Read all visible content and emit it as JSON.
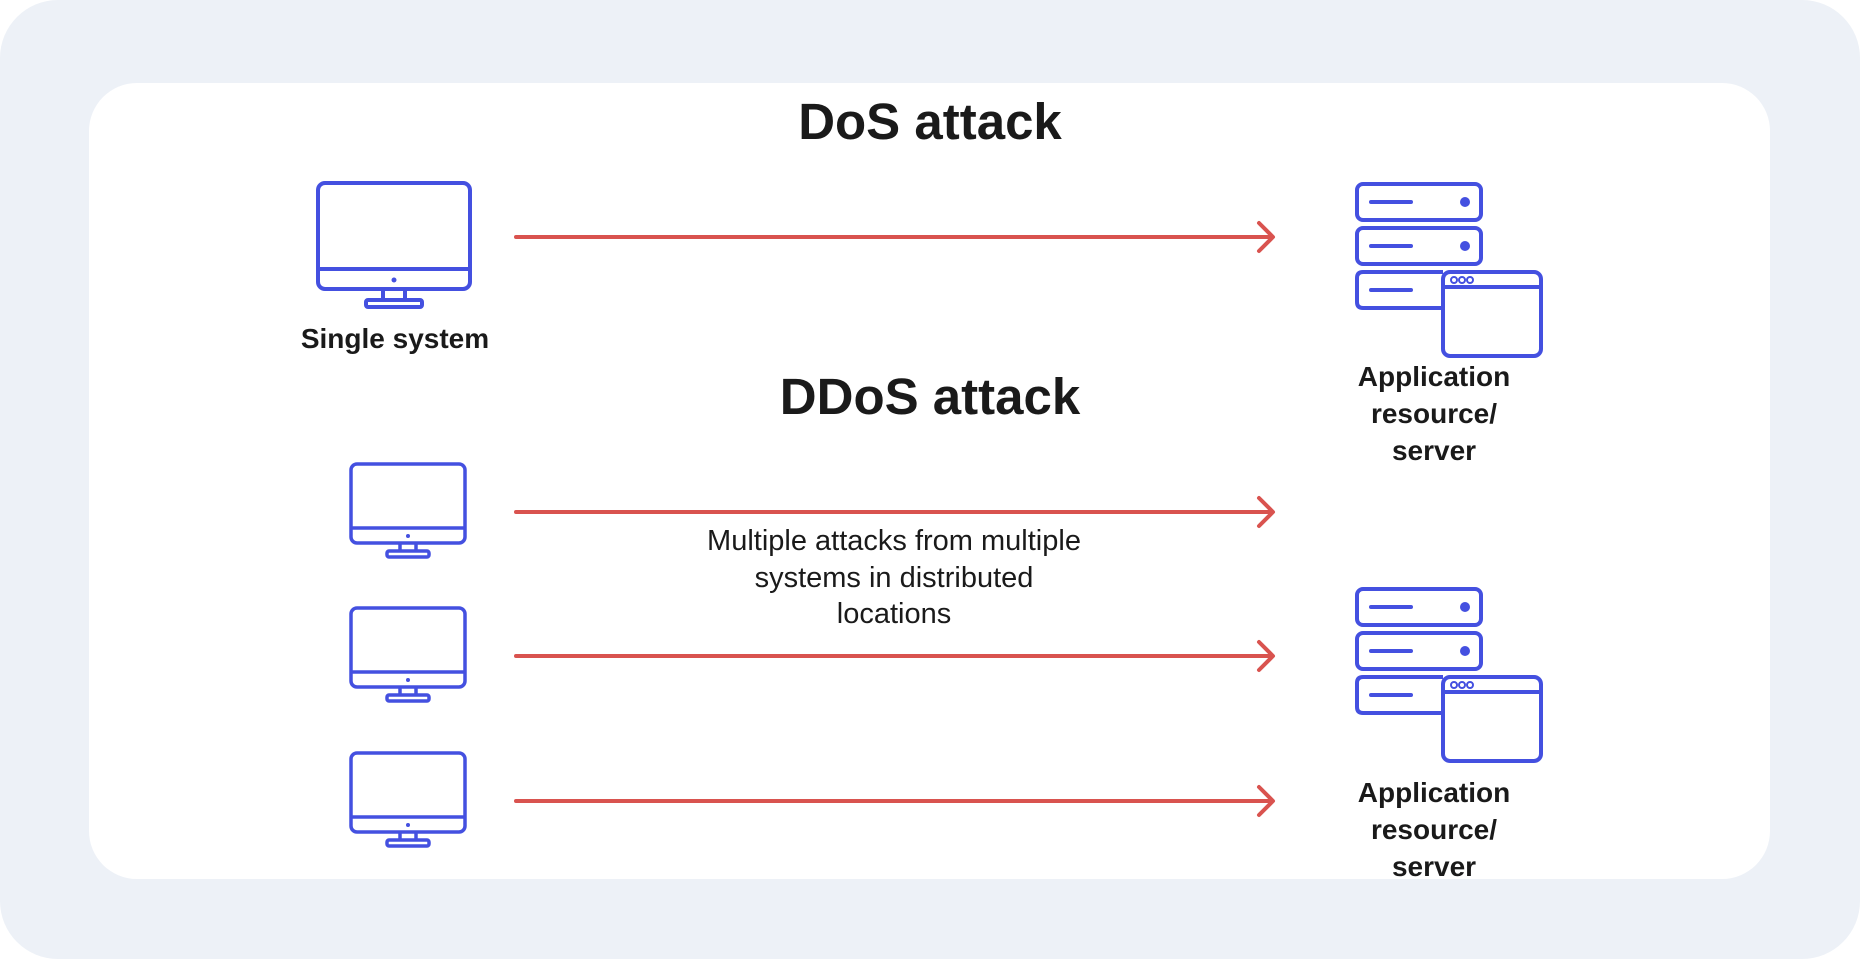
{
  "dos": {
    "title": "DoS attack",
    "source_label": "Single system",
    "target_label": [
      "Application",
      "resource/",
      "server"
    ]
  },
  "ddos": {
    "title": "DDoS attack",
    "note": [
      "Multiple attacks from multiple",
      "systems in distributed",
      "locations"
    ],
    "target_label": [
      "Application",
      "resource/",
      "server"
    ]
  },
  "colors": {
    "background": "#edf1f7",
    "card": "#ffffff",
    "icon": "#4450e0",
    "arrow": "#d9534f",
    "text": "#1a1a1a"
  },
  "icons": {
    "source": "monitor-icon",
    "target": "server-rack-icon"
  }
}
